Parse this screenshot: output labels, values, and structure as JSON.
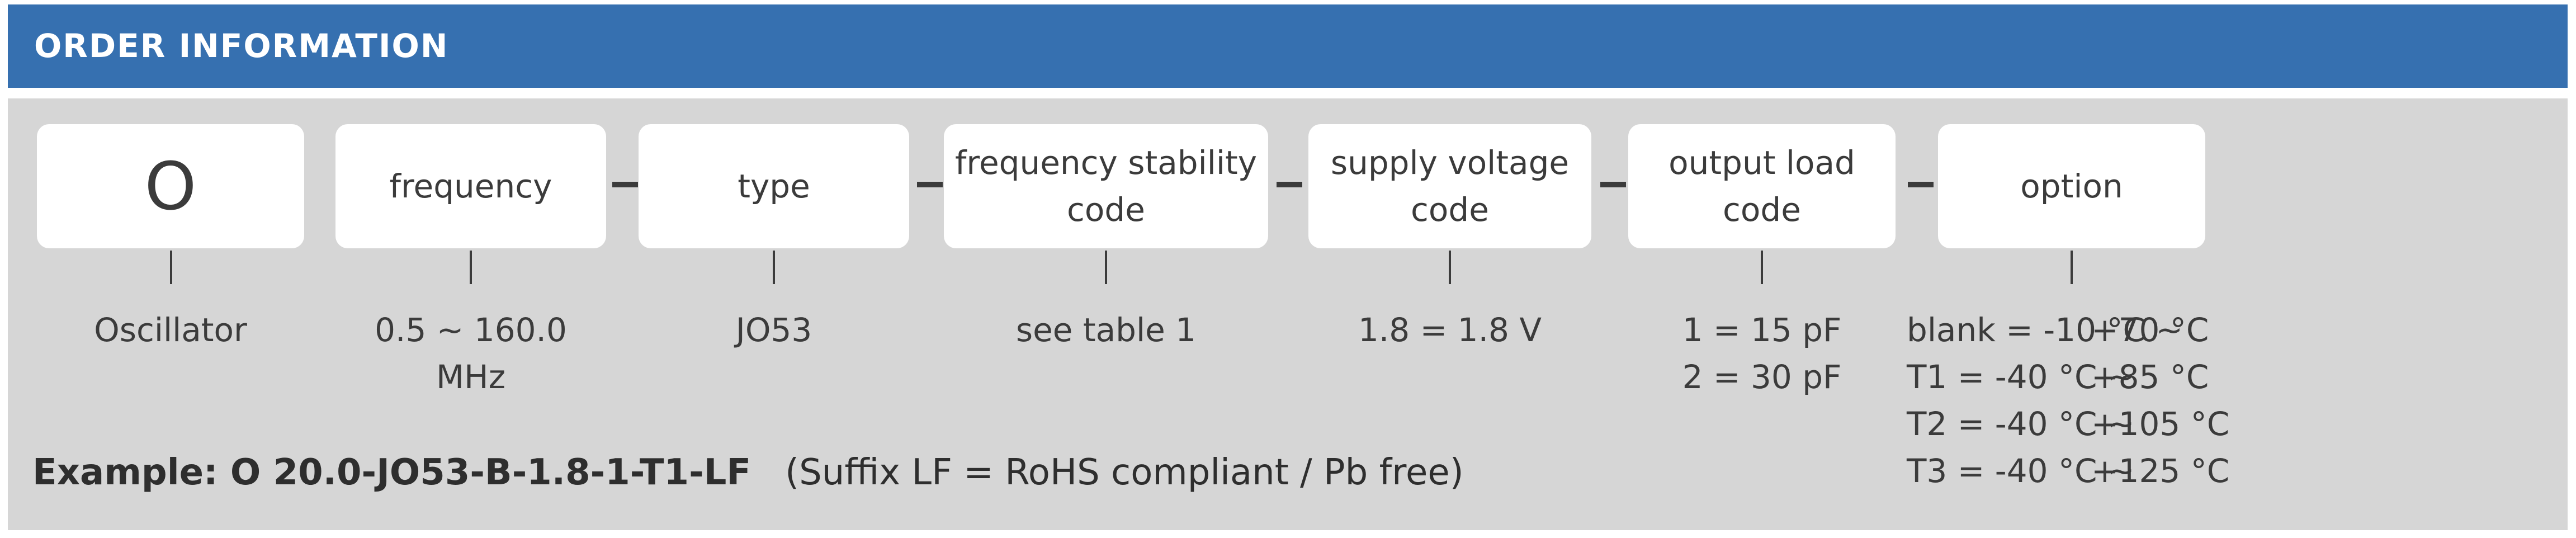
{
  "header": {
    "title": "ORDER INFORMATION"
  },
  "fields": [
    {
      "label": "O",
      "value": "Oscillator"
    },
    {
      "label": "frequency",
      "value": "0.5 ~ 160.0 MHz"
    },
    {
      "label": "type",
      "value": "JO53"
    },
    {
      "label": "frequency stability\ncode",
      "value": "see table 1"
    },
    {
      "label": "supply voltage\ncode",
      "value": "1.8 = 1.8 V"
    },
    {
      "label": "output load\ncode",
      "value": "1 = 15 pF\n2 = 30 pF"
    },
    {
      "label": "option"
    }
  ],
  "separator": "-",
  "options": [
    {
      "code": "blank = -10 °C ~",
      "max": "+70 °C"
    },
    {
      "code": "T1 = -40 °C ~",
      "max": "+85 °C"
    },
    {
      "code": "T2 = -40 °C ~",
      "max": "+105 °C"
    },
    {
      "code": "T3 = -40 °C ~",
      "max": "+125 °C"
    }
  ],
  "example": {
    "label": "Example: O 20.0-JO53-B-1.8-1-T1-LF",
    "note": "(Suffix LF = RoHS compliant / Pb free)"
  }
}
